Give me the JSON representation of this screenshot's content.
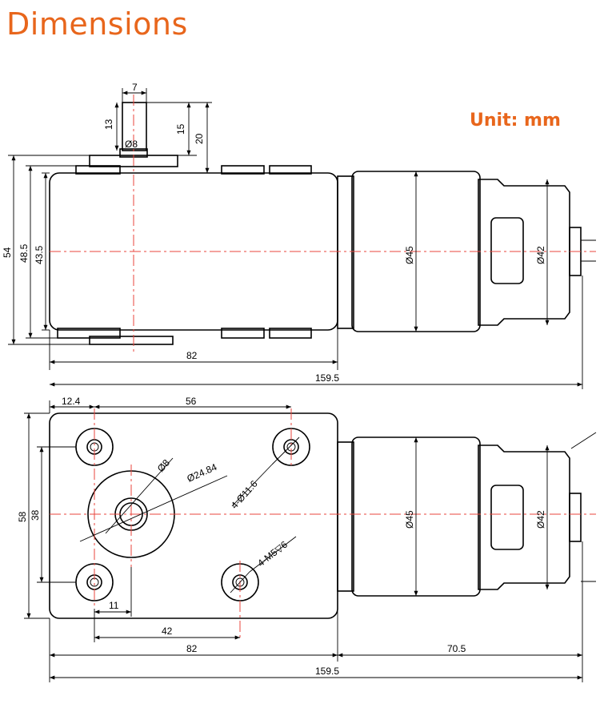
{
  "header": {
    "title": "Dimensions",
    "unit": "Unit: mm"
  },
  "side_view": {
    "shaft_width": "7",
    "shaft_length": "13",
    "shaft_diameter": "Ø8",
    "boss_offset": "15",
    "total_shaft": "20",
    "overall_height": "54",
    "body_height": "48.5",
    "inner_height": "43.5",
    "motor_diameter": "Ø45",
    "end_cap_diameter": "Ø42",
    "gearbox_length": "82",
    "total_length": "159.5"
  },
  "front_view": {
    "hole_edge_offset": "12.4",
    "hole_spacing_top": "56",
    "shaft_diameter": "Ø8",
    "boss_diameter": "Ø24.84",
    "mount_holes": "4-Ø11.6",
    "thread_holes": "4-M5▽6",
    "height": "58",
    "hole_spacing_vertical": "38",
    "hole_offset_bottom": "11",
    "hole_spacing_bottom": "42",
    "motor_diameter": "Ø45",
    "end_cap_diameter": "Ø42",
    "gearbox_length": "82",
    "motor_length": "70.5",
    "total_length": "159.5"
  }
}
